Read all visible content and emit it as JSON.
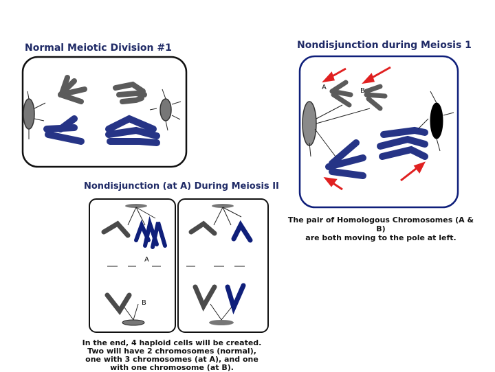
{
  "panel_normal": {
    "title": "Normal Meiotic Division #1"
  },
  "panel_meiosis1": {
    "title": "Nondisjunction during Meiosis 1",
    "label_a": "A",
    "label_b": "B",
    "caption_line1": "The pair of Homologous Chromosomes (A & B)",
    "caption_line2": "are both moving to the pole at left."
  },
  "panel_meiosis2": {
    "title": "Nondisjunction (at A) During Meiosis II",
    "label_a": "A",
    "label_b": "B",
    "caption_line1": "In the end, 4 haploid cells will be created.",
    "caption_line2": "Two will have 2 chromosomes (normal),",
    "caption_line3": "one with 3 chromosomes (at A), and one",
    "caption_line4": "with one chromosome (at B)."
  },
  "colors": {
    "grey_chromosome": "#4a4a4a",
    "blue_chromosome": "#0f1f7a",
    "arrow": "#e02020",
    "title": "#1f2a66"
  }
}
